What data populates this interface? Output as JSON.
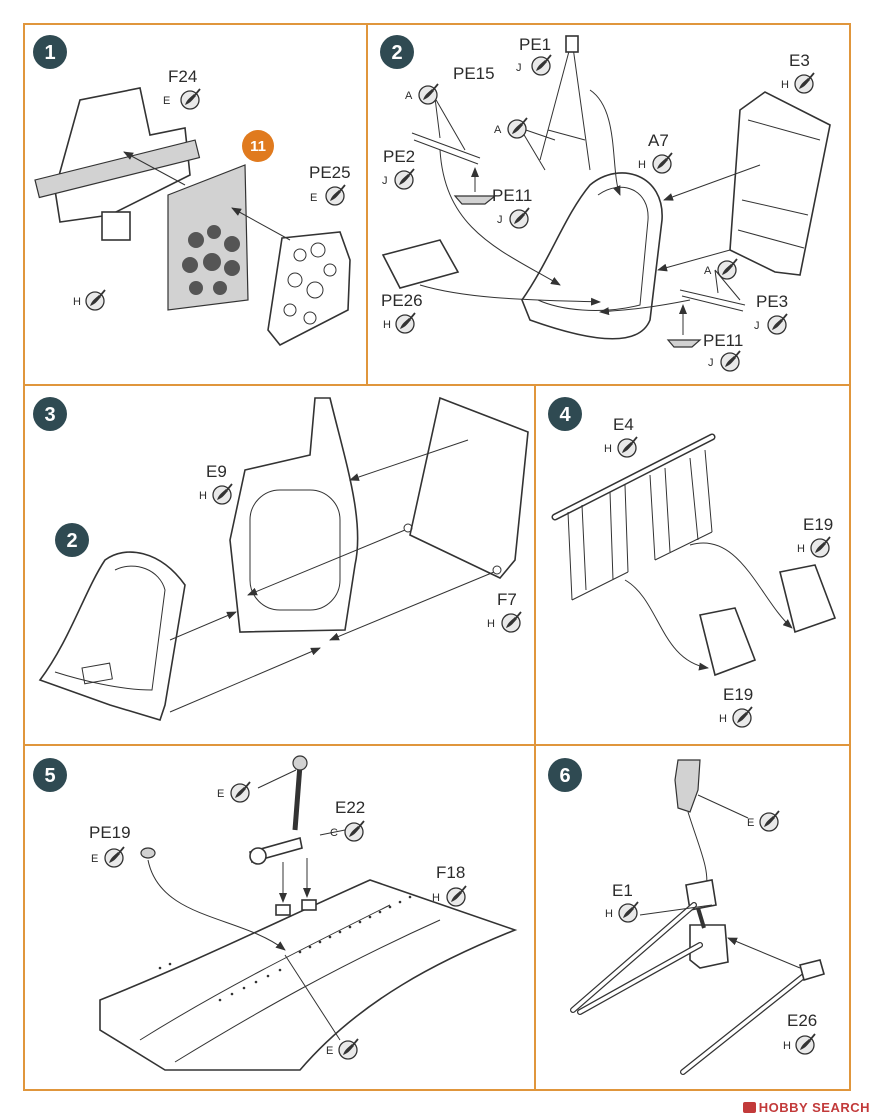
{
  "steps": [
    {
      "number": "1",
      "labels": [
        {
          "part": "F24",
          "paint": "E"
        },
        {
          "part": "PE25",
          "paint": "E"
        },
        {
          "part": "",
          "paint": "H"
        }
      ],
      "ref_step": "11"
    },
    {
      "number": "2",
      "labels": [
        {
          "part": "PE1",
          "paint": "J"
        },
        {
          "part": "PE15",
          "paint": ""
        },
        {
          "part": "",
          "paint": "A"
        },
        {
          "part": "",
          "paint": "A"
        },
        {
          "part": "E3",
          "paint": "H"
        },
        {
          "part": "A7",
          "paint": "H"
        },
        {
          "part": "PE2",
          "paint": "J"
        },
        {
          "part": "PE11",
          "paint": "J"
        },
        {
          "part": "PE26",
          "paint": "H"
        },
        {
          "part": "",
          "paint": "A"
        },
        {
          "part": "PE3",
          "paint": "J"
        },
        {
          "part": "PE11",
          "paint": "J"
        }
      ]
    },
    {
      "number": "3",
      "labels": [
        {
          "part": "E9",
          "paint": "H"
        },
        {
          "part": "F7",
          "paint": "H"
        }
      ],
      "ref_step": "2"
    },
    {
      "number": "4",
      "labels": [
        {
          "part": "E4",
          "paint": "H"
        },
        {
          "part": "E19",
          "paint": "H"
        },
        {
          "part": "E19",
          "paint": "H"
        }
      ]
    },
    {
      "number": "5",
      "labels": [
        {
          "part": "",
          "paint": "E"
        },
        {
          "part": "E22",
          "paint": "C"
        },
        {
          "part": "PE19",
          "paint": "E"
        },
        {
          "part": "F18",
          "paint": "H"
        },
        {
          "part": "",
          "paint": "E"
        }
      ]
    },
    {
      "number": "6",
      "labels": [
        {
          "part": "",
          "paint": "E"
        },
        {
          "part": "E1",
          "paint": "H"
        },
        {
          "part": "E26",
          "paint": "H"
        }
      ]
    }
  ],
  "colors": {
    "border": "#e0963c",
    "step_badge": "#2f4a52",
    "ref_badge": "#e07a1e",
    "paint_icon": "#333333",
    "watermark": "#c23a3a"
  },
  "icon": "paint-brush-icon",
  "watermark": "HOBBY SEARCH"
}
